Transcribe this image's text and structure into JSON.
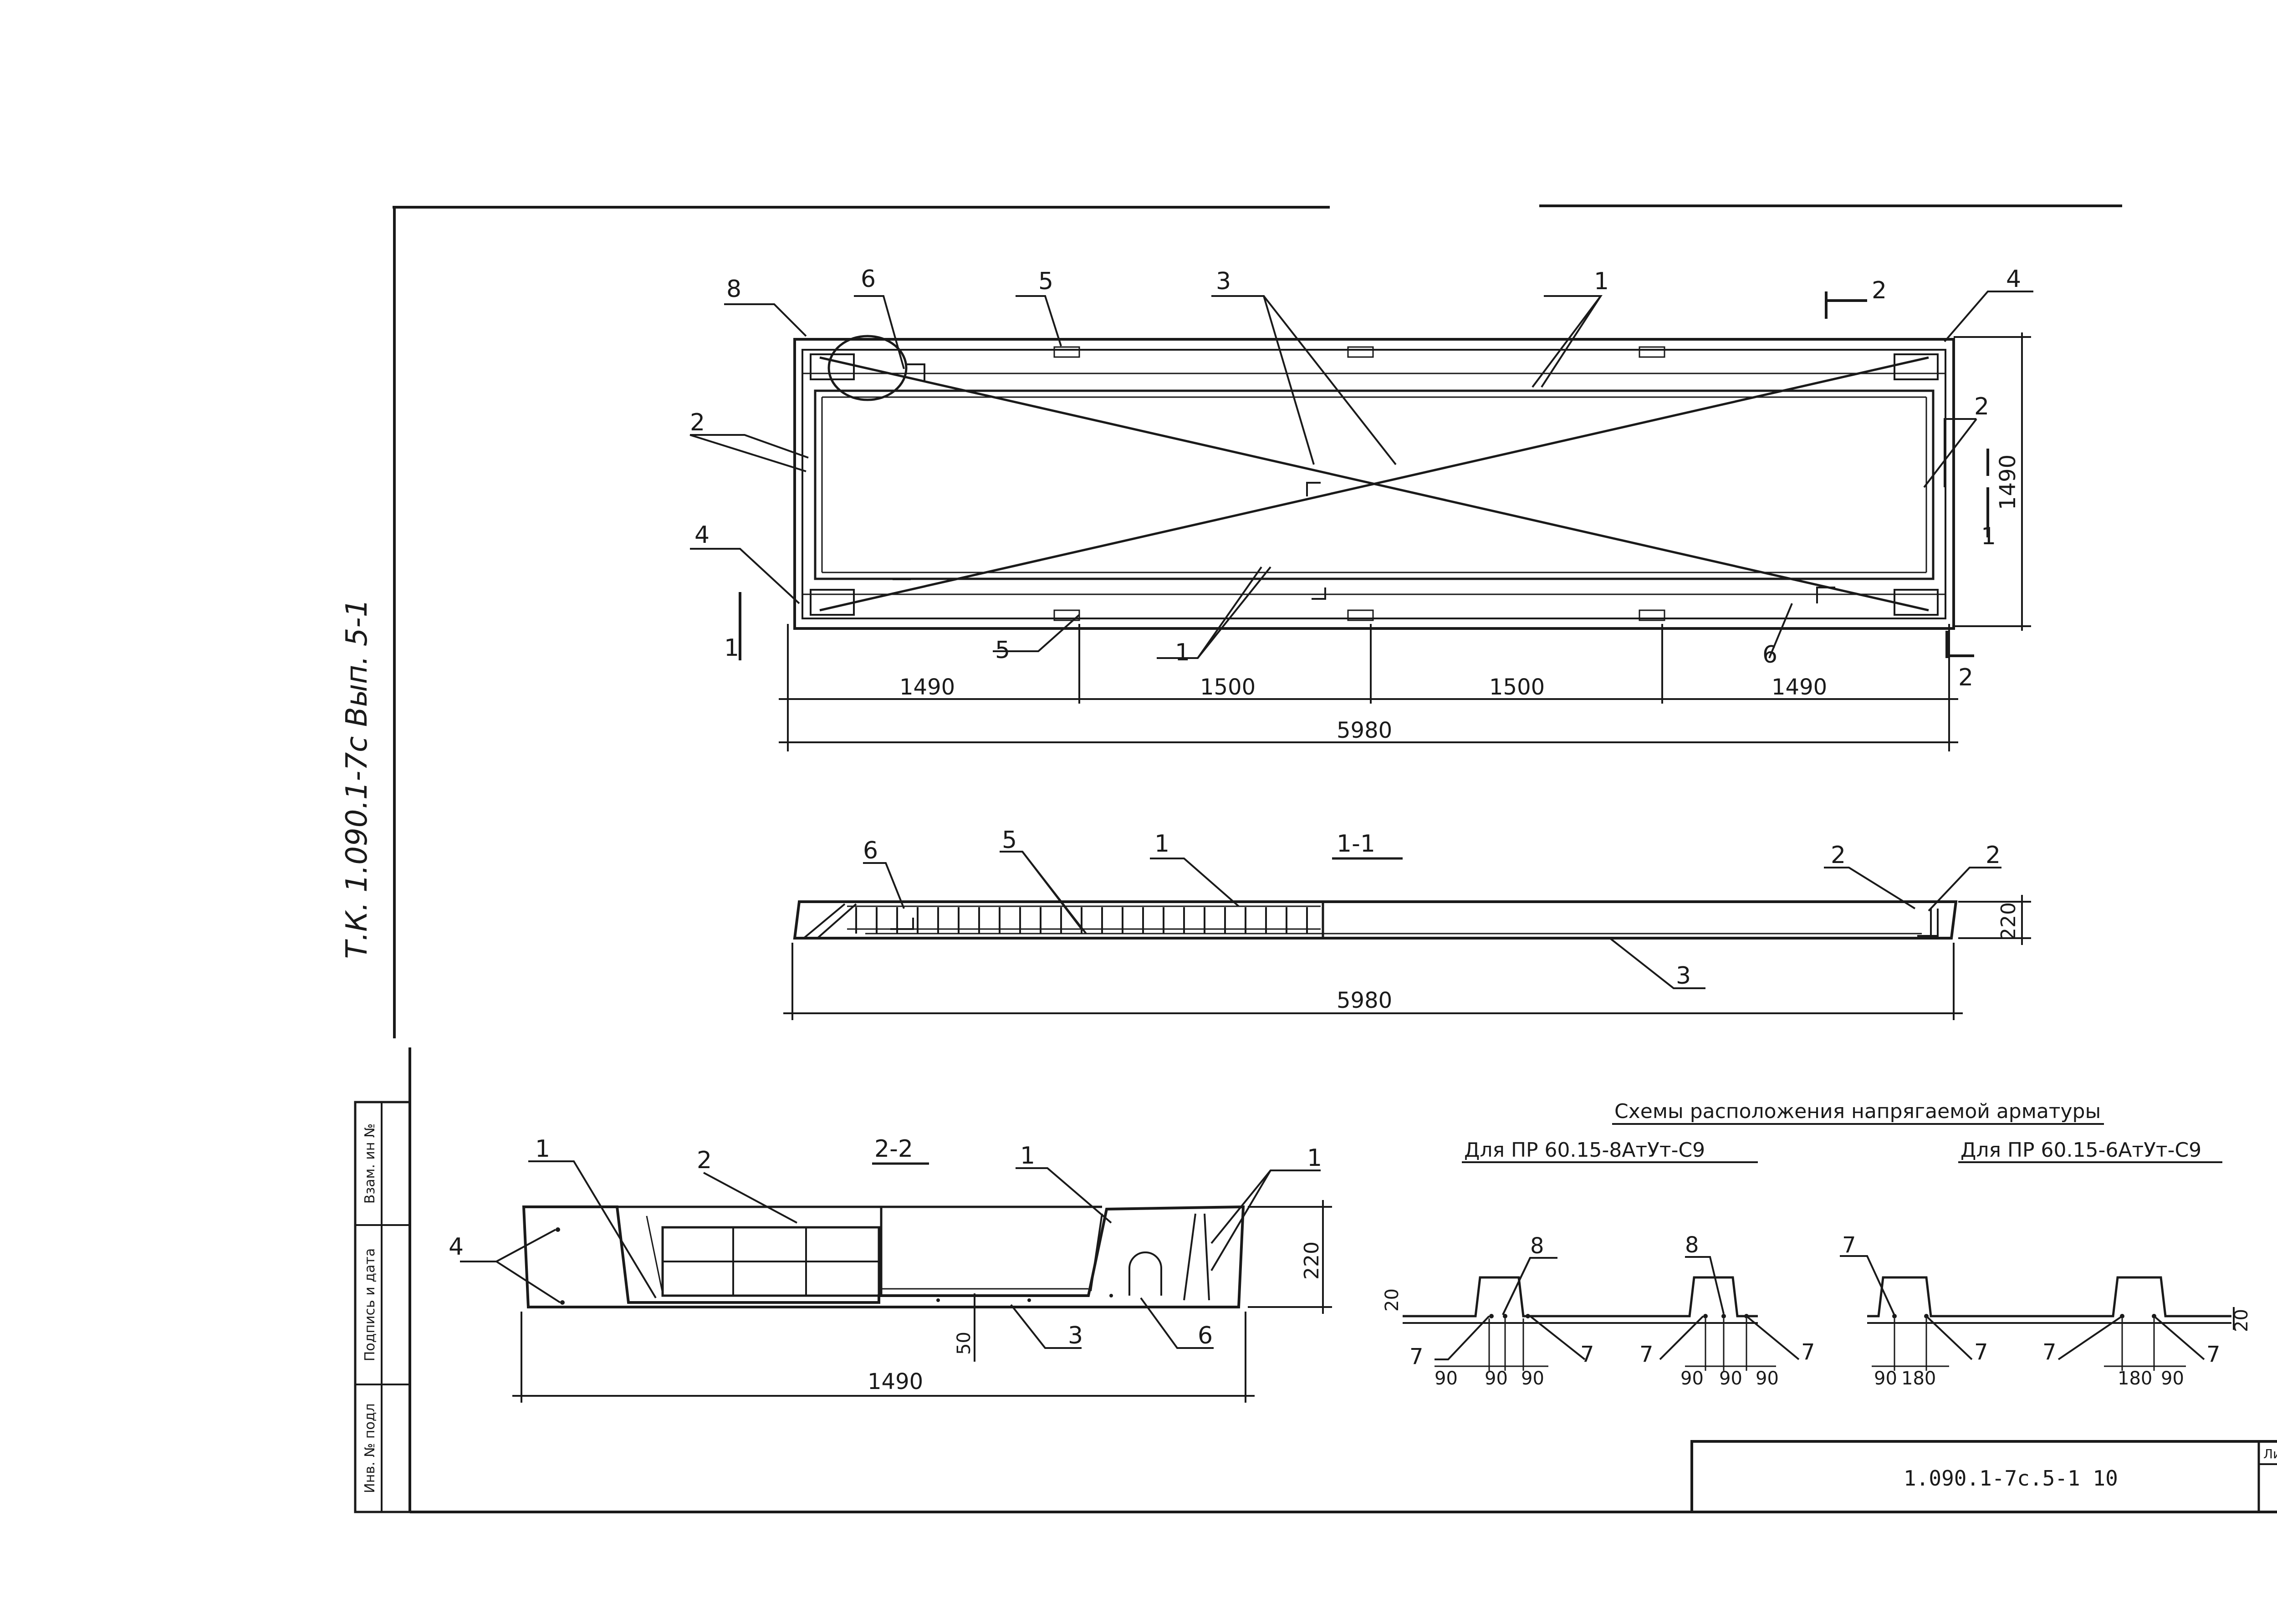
{
  "side_stamp": "Т.К. 1.090.1-7с  Вып. 5-1",
  "stamp_columns": [
    "Инв. № подл",
    "Подпись и дата",
    "Взам. ин №"
  ],
  "title_block": {
    "code": "1.090.1-7с.5-1 10",
    "sheet_label": "Лист"
  },
  "plan": {
    "marks": [
      "8",
      "6",
      "5",
      "3",
      "1",
      "2",
      "4",
      "2",
      "2",
      "1",
      "4",
      "1",
      "5",
      "1",
      "6",
      "2"
    ],
    "dims": [
      "1490",
      "1500",
      "1500",
      "1490"
    ],
    "total": "5980",
    "height": "1490"
  },
  "section_1_1": {
    "title": "1-1",
    "marks": [
      "6",
      "5",
      "1",
      "2",
      "2",
      "3"
    ],
    "total": "5980",
    "height": "220"
  },
  "section_2_2": {
    "title": "2-2",
    "marks": [
      "1",
      "2",
      "1",
      "1",
      "4",
      "3",
      "6"
    ],
    "width": "1490",
    "height": "220",
    "cover": "50"
  },
  "schemes": {
    "title": "Схемы расположения напрягаемой арматуры",
    "left": {
      "caption": "Для ПР 60.15-8АтУт-С9",
      "marks": [
        "8",
        "8",
        "7",
        "7",
        "7",
        "7"
      ],
      "dims_a": [
        "90",
        "90",
        "90"
      ],
      "dims_b": [
        "90",
        "90",
        "90"
      ],
      "edge": "20"
    },
    "right": {
      "caption": "Для ПР 60.15-6АтУт-С9",
      "marks": [
        "7",
        "7",
        "7",
        "7"
      ],
      "dims_a": [
        "90",
        "180"
      ],
      "dims_b": [
        "180",
        "90"
      ],
      "edge": "20"
    }
  }
}
